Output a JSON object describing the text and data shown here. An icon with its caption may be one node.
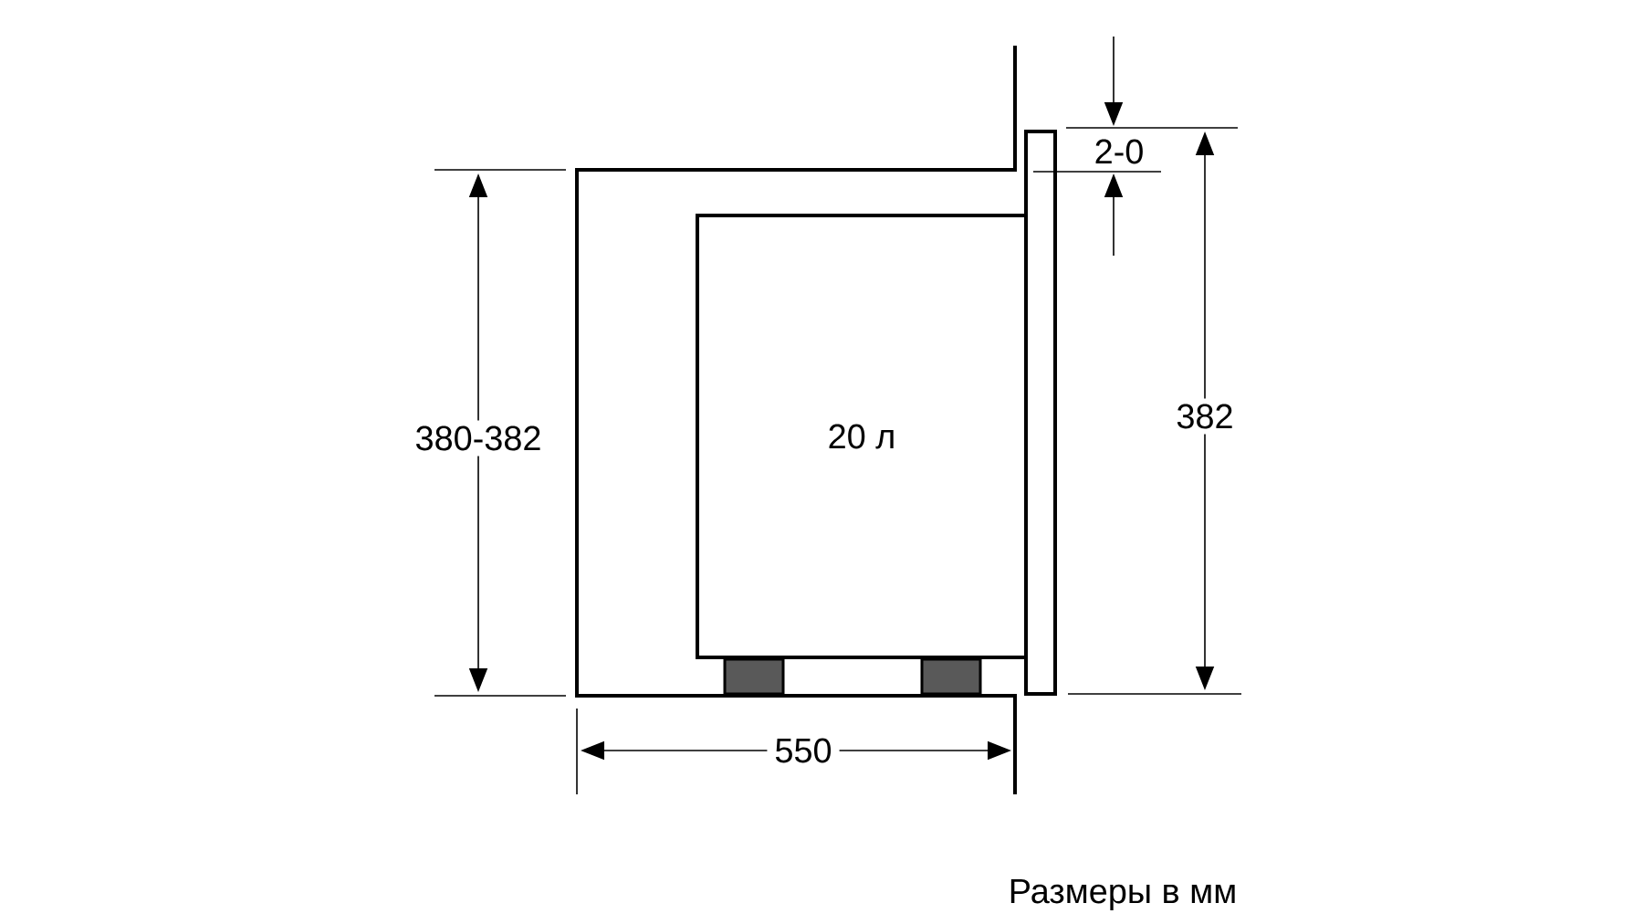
{
  "diagram": {
    "caption": "Размеры в мм",
    "nodes": [
      {
        "text": [
          "20 л"
        ]
      }
    ],
    "labels": [
      "2-0",
      "380-382",
      "382",
      "550"
    ]
  }
}
